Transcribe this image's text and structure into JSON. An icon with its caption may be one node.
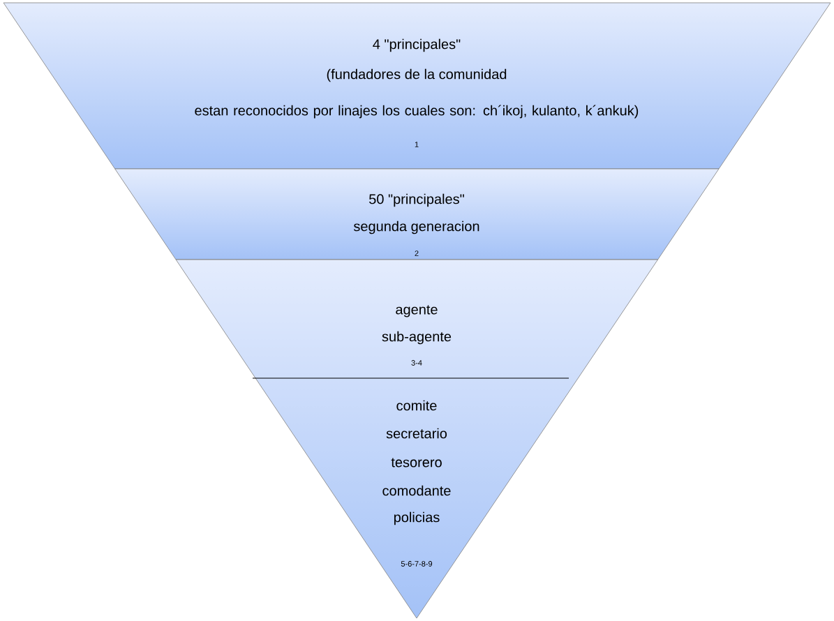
{
  "diagram": {
    "nodes": [
      {
        "text": [
          "4 \"principales\"",
          "(fundadores de la comunidad",
          "estan reconocidos por linajes los cuales son: ch´ikoj, kulanto, k´ankuk)",
          "1"
        ]
      },
      {
        "text": [
          "50 \"principales\"",
          "segunda generacion",
          "2"
        ]
      },
      {
        "text": [
          "agente",
          "sub-agente",
          "3-4",
          "comite",
          "secretario",
          "tesorero",
          "comodante",
          "policias",
          "5-6-7-8-9"
        ]
      }
    ]
  }
}
